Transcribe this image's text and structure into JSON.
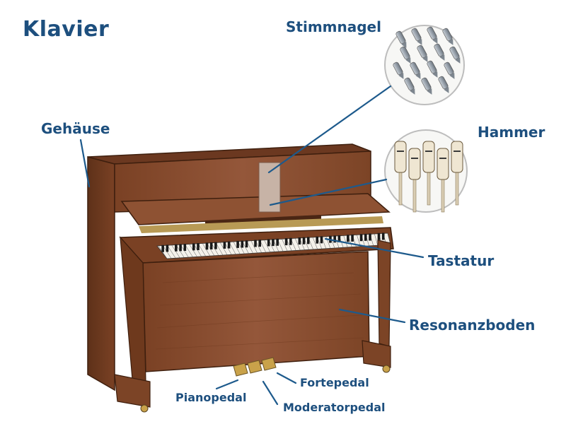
{
  "title": "Klavier",
  "labels": {
    "stimmnagel": "Stimmnagel",
    "gehaeuse": "Gehäuse",
    "hammer": "Hammer",
    "tastatur": "Tastatur",
    "resonanzboden": "Resonanzboden",
    "fortepedal": "Fortepedal",
    "pianopedal": "Pianopedal",
    "moderatorpedal": "Moderatorpedal"
  },
  "colors": {
    "label": "#1d4f7e",
    "leader_line": "#1d5a8c",
    "wood": "#8a4e2c",
    "wood_dark": "#5e3119",
    "wood_light": "#a8673d",
    "pedal_brass": "#c9a24a",
    "tuning_pin": "#9aa3ad",
    "hammer_felt": "#efe6d2"
  }
}
